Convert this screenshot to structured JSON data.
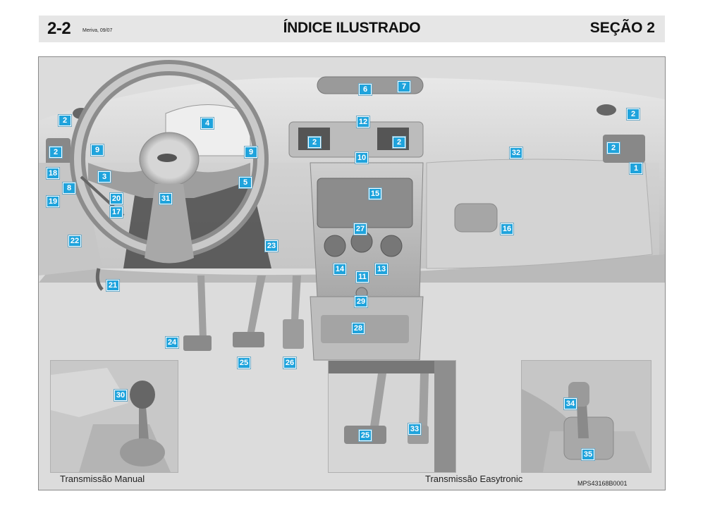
{
  "header": {
    "page_number": "2-2",
    "subtitle": "Meriva, 09/07",
    "title": "ÍNDICE ILUSTRADO",
    "section": "SEÇÃO 2"
  },
  "callouts": {
    "c1": "1",
    "c2a": "2",
    "c2b": "2",
    "c2c": "2",
    "c2d": "2",
    "c2e": "2",
    "c2f": "2",
    "c3": "3",
    "c4": "4",
    "c5": "5",
    "c6": "6",
    "c7": "7",
    "c8": "8",
    "c9a": "9",
    "c9b": "9",
    "c10": "10",
    "c11": "11",
    "c12": "12",
    "c13": "13",
    "c14": "14",
    "c15": "15",
    "c16": "16",
    "c17": "17",
    "c18": "18",
    "c19": "19",
    "c20": "20",
    "c21": "21",
    "c22": "22",
    "c23": "23",
    "c24": "24",
    "c25a": "25",
    "c26": "26",
    "c27": "27",
    "c28": "28",
    "c29": "29",
    "c30": "30",
    "c31": "31",
    "c32": "32",
    "c25b": "25",
    "c33": "33",
    "c34": "34",
    "c35": "35"
  },
  "captions": {
    "manual": "Transmissão Manual",
    "easytronic": "Transmissão Easytronic",
    "figure_code": "MPS43168B0001"
  }
}
